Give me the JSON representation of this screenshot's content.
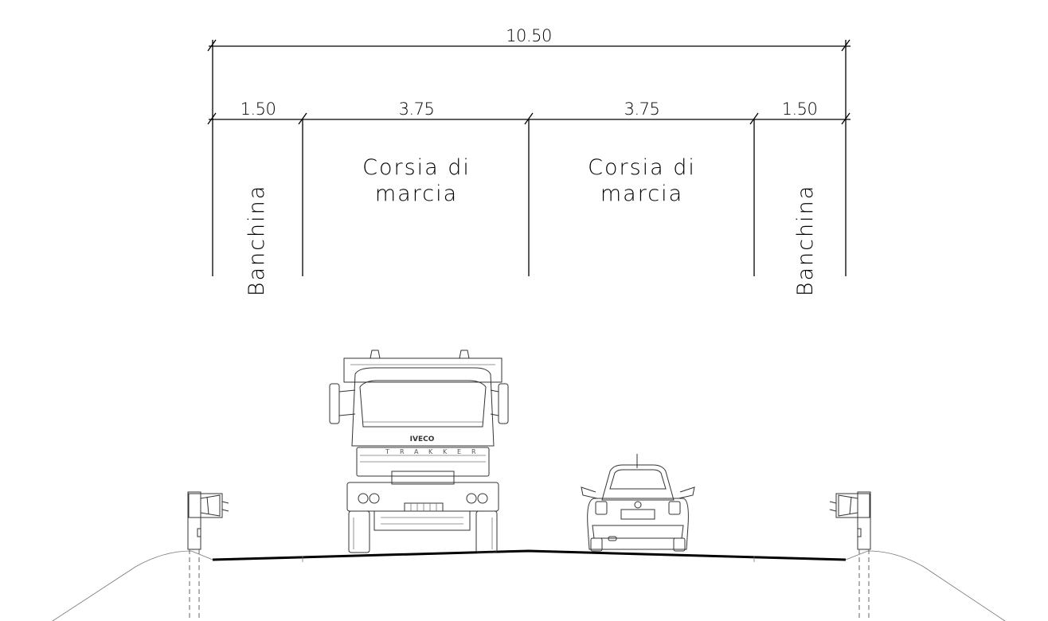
{
  "dimensions": {
    "total": "10.50",
    "segments": [
      "1.50",
      "3.75",
      "3.75",
      "1.50"
    ]
  },
  "labels": {
    "shoulder_left": "Banchina",
    "shoulder_right": "Banchina",
    "lane_left_line1": "Corsia di",
    "lane_left_line2": "marcia",
    "lane_right_line1": "Corsia di",
    "lane_right_line2": "marcia"
  },
  "vehicles": {
    "truck_brand": "IVECO",
    "truck_model": "TRAKKER"
  }
}
